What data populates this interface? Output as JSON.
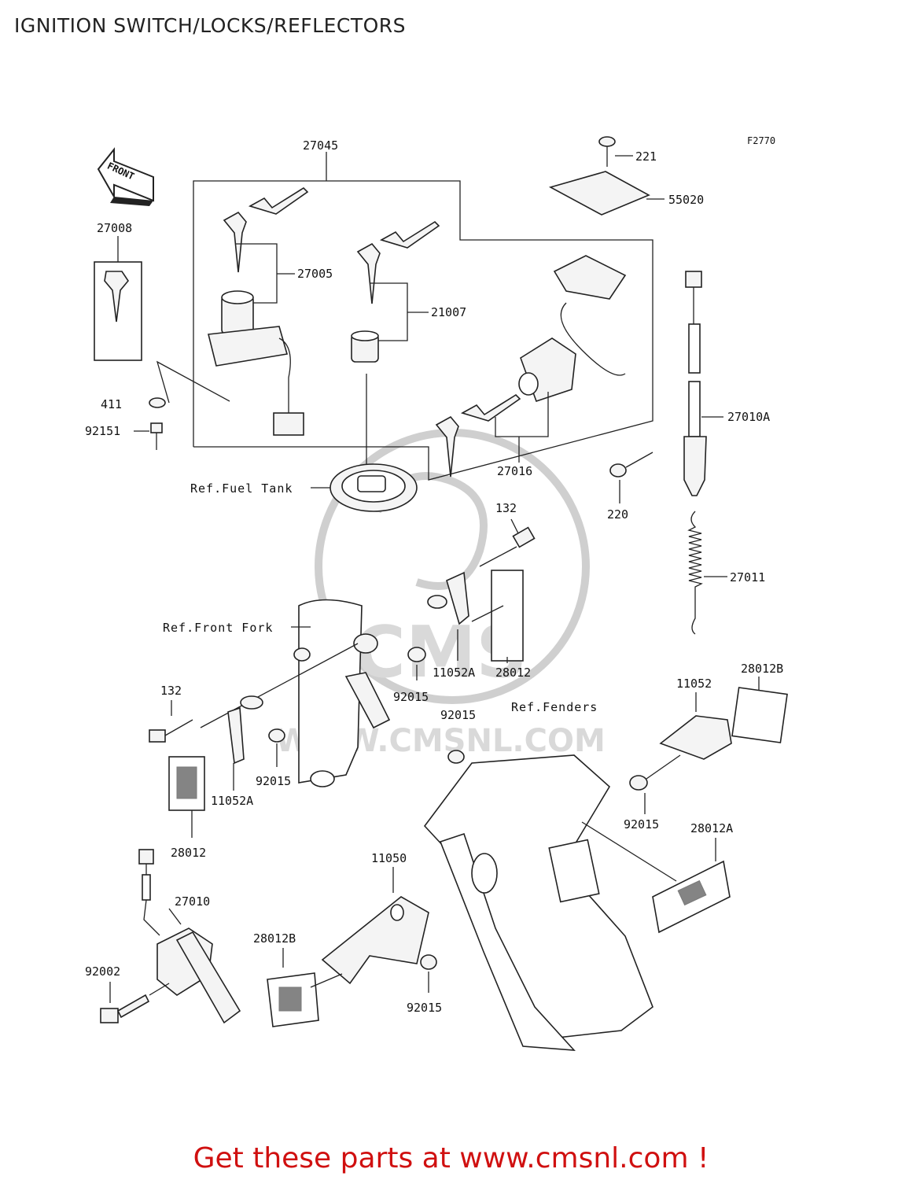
{
  "page": {
    "title": "IGNITION SWITCH/LOCKS/REFLECTORS",
    "cta": "Get these parts at www.cmsnl.com !"
  },
  "diagram": {
    "figure_code": "F2770",
    "front_marker": "FRONT",
    "watermark": {
      "text": "WWW.CMSNL.COM",
      "logo_text": "CMS"
    },
    "parts": {
      "p27045": "27045",
      "p27008": "27008",
      "p27005": "27005",
      "p21007": "21007",
      "p411": "411",
      "p92151": "92151",
      "p27016": "27016",
      "p221": "221",
      "p55020": "55020",
      "p27010A": "27010A",
      "p220": "220",
      "p27011": "27011",
      "p132a": "132",
      "p11052Aa": "11052A",
      "p28012a": "28012",
      "p92015a": "92015",
      "p132b": "132",
      "p11052Ab": "11052A",
      "p92015b": "92015",
      "p28012b": "28012",
      "p92015c": "92015",
      "p11052": "11052",
      "p28012B1": "28012B",
      "p92015d": "92015",
      "p28012A": "28012A",
      "p11050": "11050",
      "p28012B2": "28012B",
      "p92015e": "92015",
      "p27010": "27010",
      "p92002": "92002"
    },
    "references": {
      "fuel_tank": "Ref.Fuel Tank",
      "front_fork": "Ref.Front Fork",
      "fenders": "Ref.Fenders"
    },
    "accent_colors": {
      "cta_red": "#d01010",
      "watermark_gray": "#cfcfcf"
    }
  }
}
